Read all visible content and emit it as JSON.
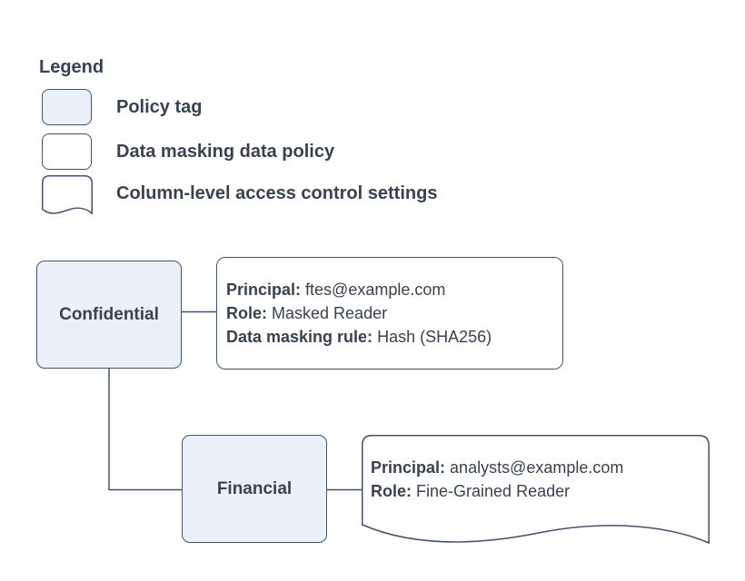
{
  "legend": {
    "title": "Legend",
    "items": [
      {
        "shape": "policy-tag",
        "label": "Policy tag"
      },
      {
        "shape": "data-masking-policy",
        "label": "Data masking data policy"
      },
      {
        "shape": "column-access-settings",
        "label": "Column-level access control settings"
      }
    ]
  },
  "nodes": {
    "confidential": {
      "label": "Confidential"
    },
    "financial": {
      "label": "Financial"
    }
  },
  "masking_policy": {
    "lines": [
      {
        "label": "Principal:",
        "value": "ftes@example.com"
      },
      {
        "label": "Role:",
        "value": "Masked Reader"
      },
      {
        "label": "Data masking rule:",
        "value": "Hash (SHA256)"
      }
    ]
  },
  "access_settings": {
    "lines": [
      {
        "label": "Principal:",
        "value": "analysts@example.com"
      },
      {
        "label": "Role:",
        "value": "Fine-Grained Reader"
      }
    ]
  },
  "colors": {
    "policy_tag_fill": "#EAF1FB",
    "box_stroke": "#44536A",
    "text_color": "#39424E",
    "background": "#FFFFFF"
  }
}
